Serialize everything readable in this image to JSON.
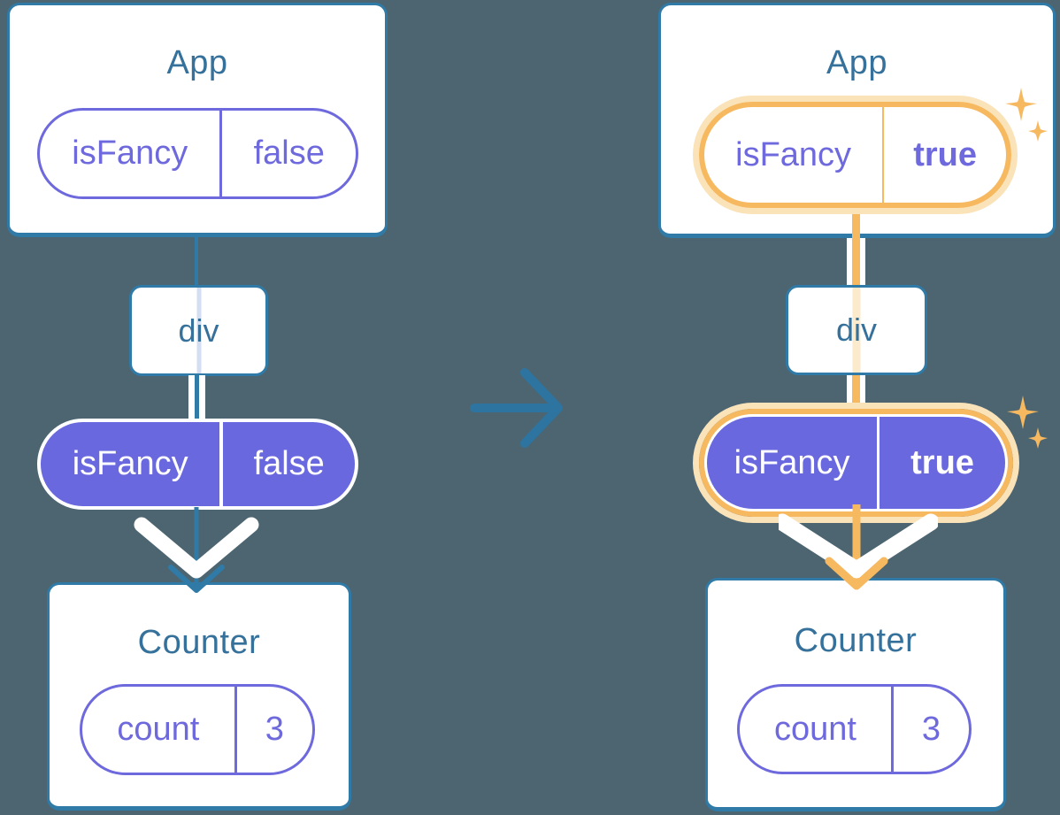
{
  "colors": {
    "background": "#4C6571",
    "card": "#FFFFFF",
    "card_border": "#2F7AA6",
    "component_title_text": "#35719B",
    "prop_purple": "#6E69DC",
    "prop_purple_fill": "#6A68DF",
    "connector_blue": "#2F7AA6",
    "transition_arrow_blue": "#2D74A0",
    "highlight_orange": "#F7B95F",
    "highlight_halo": "#FAE3B9"
  },
  "icons": {
    "transition": "arrow-right-icon",
    "prop_flow": "arrow-down-icon",
    "highlight": "sparkle-icon"
  },
  "diagrams": [
    {
      "state": "before",
      "app": {
        "title": "App",
        "prop": {
          "name": "isFancy",
          "value": "false"
        }
      },
      "middle": {
        "label": "div"
      },
      "passed_prop": {
        "name": "isFancy",
        "value": "false"
      },
      "counter": {
        "title": "Counter",
        "state": {
          "name": "count",
          "value": "3"
        }
      }
    },
    {
      "state": "after",
      "app": {
        "title": "App",
        "prop": {
          "name": "isFancy",
          "value": "true"
        }
      },
      "middle": {
        "label": "div"
      },
      "passed_prop": {
        "name": "isFancy",
        "value": "true"
      },
      "counter": {
        "title": "Counter",
        "state": {
          "name": "count",
          "value": "3"
        }
      }
    }
  ]
}
